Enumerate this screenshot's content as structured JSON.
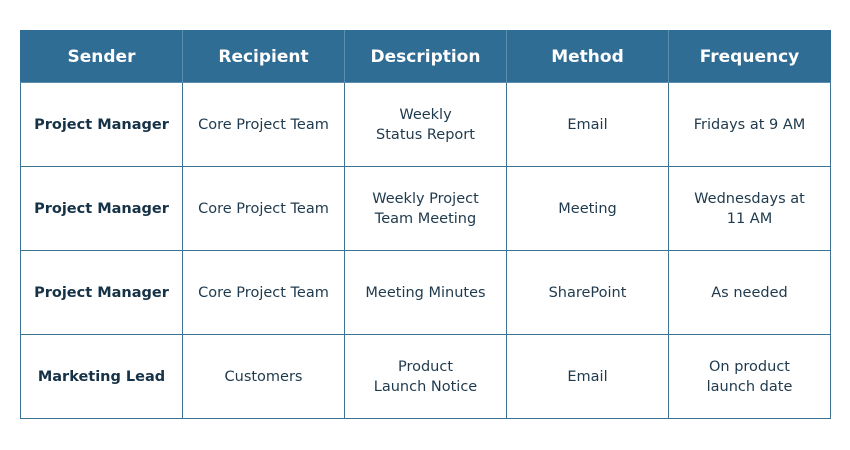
{
  "table": {
    "headers": [
      "Sender",
      "Recipient",
      "Description",
      "Method",
      "Frequency"
    ],
    "rows": [
      [
        "Project Manager",
        "Core Project Team",
        "Weekly\nStatus Report",
        "Email",
        "Fridays at 9 AM"
      ],
      [
        "Project Manager",
        "Core Project Team",
        "Weekly Project\nTeam Meeting",
        "Meeting",
        "Wednesdays at\n11 AM"
      ],
      [
        "Project Manager",
        "Core Project Team",
        "Meeting Minutes",
        "SharePoint",
        "As needed"
      ],
      [
        "Marketing Lead",
        "Customers",
        "Product\nLaunch Notice",
        "Email",
        "On product\nlaunch date"
      ]
    ]
  },
  "colors": {
    "header_bg": "#2f6d95",
    "header_text": "#ffffff",
    "border": "#3e7293",
    "body_text": "#1f3a4d"
  }
}
